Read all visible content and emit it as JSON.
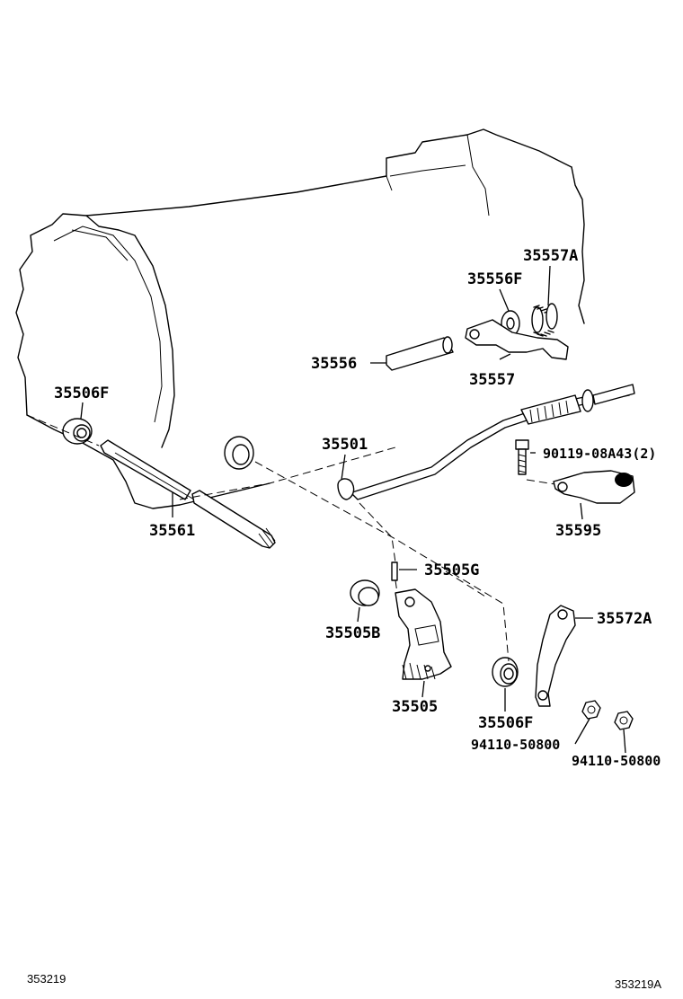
{
  "diagram": {
    "callouts": {
      "c35557A": "35557A",
      "c35556F": "35556F",
      "c35556": "35556",
      "c35557": "35557",
      "c35506F_top": "35506F",
      "c35501": "35501",
      "c90119": "90119-08A43(2)",
      "c35561": "35561",
      "c35595": "35595",
      "c35505G": "35505G",
      "c35572A": "35572A",
      "c35505B": "35505B",
      "c35505": "35505",
      "c35506F_bottom": "35506F",
      "c94110_left": "94110-50800",
      "c94110_right": "94110-50800"
    },
    "footer": {
      "left_ref": "353219",
      "right_ref": "353219A"
    }
  }
}
